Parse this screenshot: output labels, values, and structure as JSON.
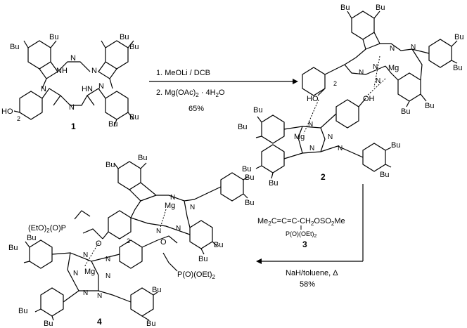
{
  "steps": {
    "step1": {
      "reagent1": "1. MeOLi / DCB",
      "reagent2_a": "2. Mg(OAc)",
      "reagent2_sub1": "2",
      "reagent2_b": " · 4H",
      "reagent2_sub2": "2",
      "reagent2_c": "O",
      "yield": "65%"
    },
    "step2": {
      "reagent_a": "Me",
      "reagent_a_sub": "2",
      "reagent_b": "C=C=C-CH",
      "reagent_b_sub": "2",
      "reagent_c": "OSO",
      "reagent_c_sub": "2",
      "reagent_d": "Me",
      "reagent_phos": "P(O)(OEt)",
      "reagent_phos_sub": "2",
      "reagent_label": "3",
      "conditions": "NaH/toluene, Δ",
      "yield": "58%"
    }
  },
  "compounds": {
    "c1": {
      "label": "1",
      "bu": "Bu",
      "nh": "NH",
      "hn": "HN",
      "n": "N",
      "ho": "HO",
      "locant": "2"
    },
    "c2": {
      "label": "2",
      "bu": "Bu",
      "mg": "Mg",
      "n": "N",
      "oh": "OH",
      "ho": "HO",
      "locant": "2"
    },
    "c4": {
      "label": "4",
      "bu": "Bu",
      "mg": "Mg",
      "n": "N",
      "o": "O",
      "locant": "2",
      "phos_left": "(EtO)",
      "phos_left_sub": "2",
      "phos_left_b": "(O)P",
      "phos_right": "P(O)(OEt)",
      "phos_right_sub": "2"
    }
  },
  "colors": {
    "ink": "#000000",
    "background": "#ffffff"
  }
}
